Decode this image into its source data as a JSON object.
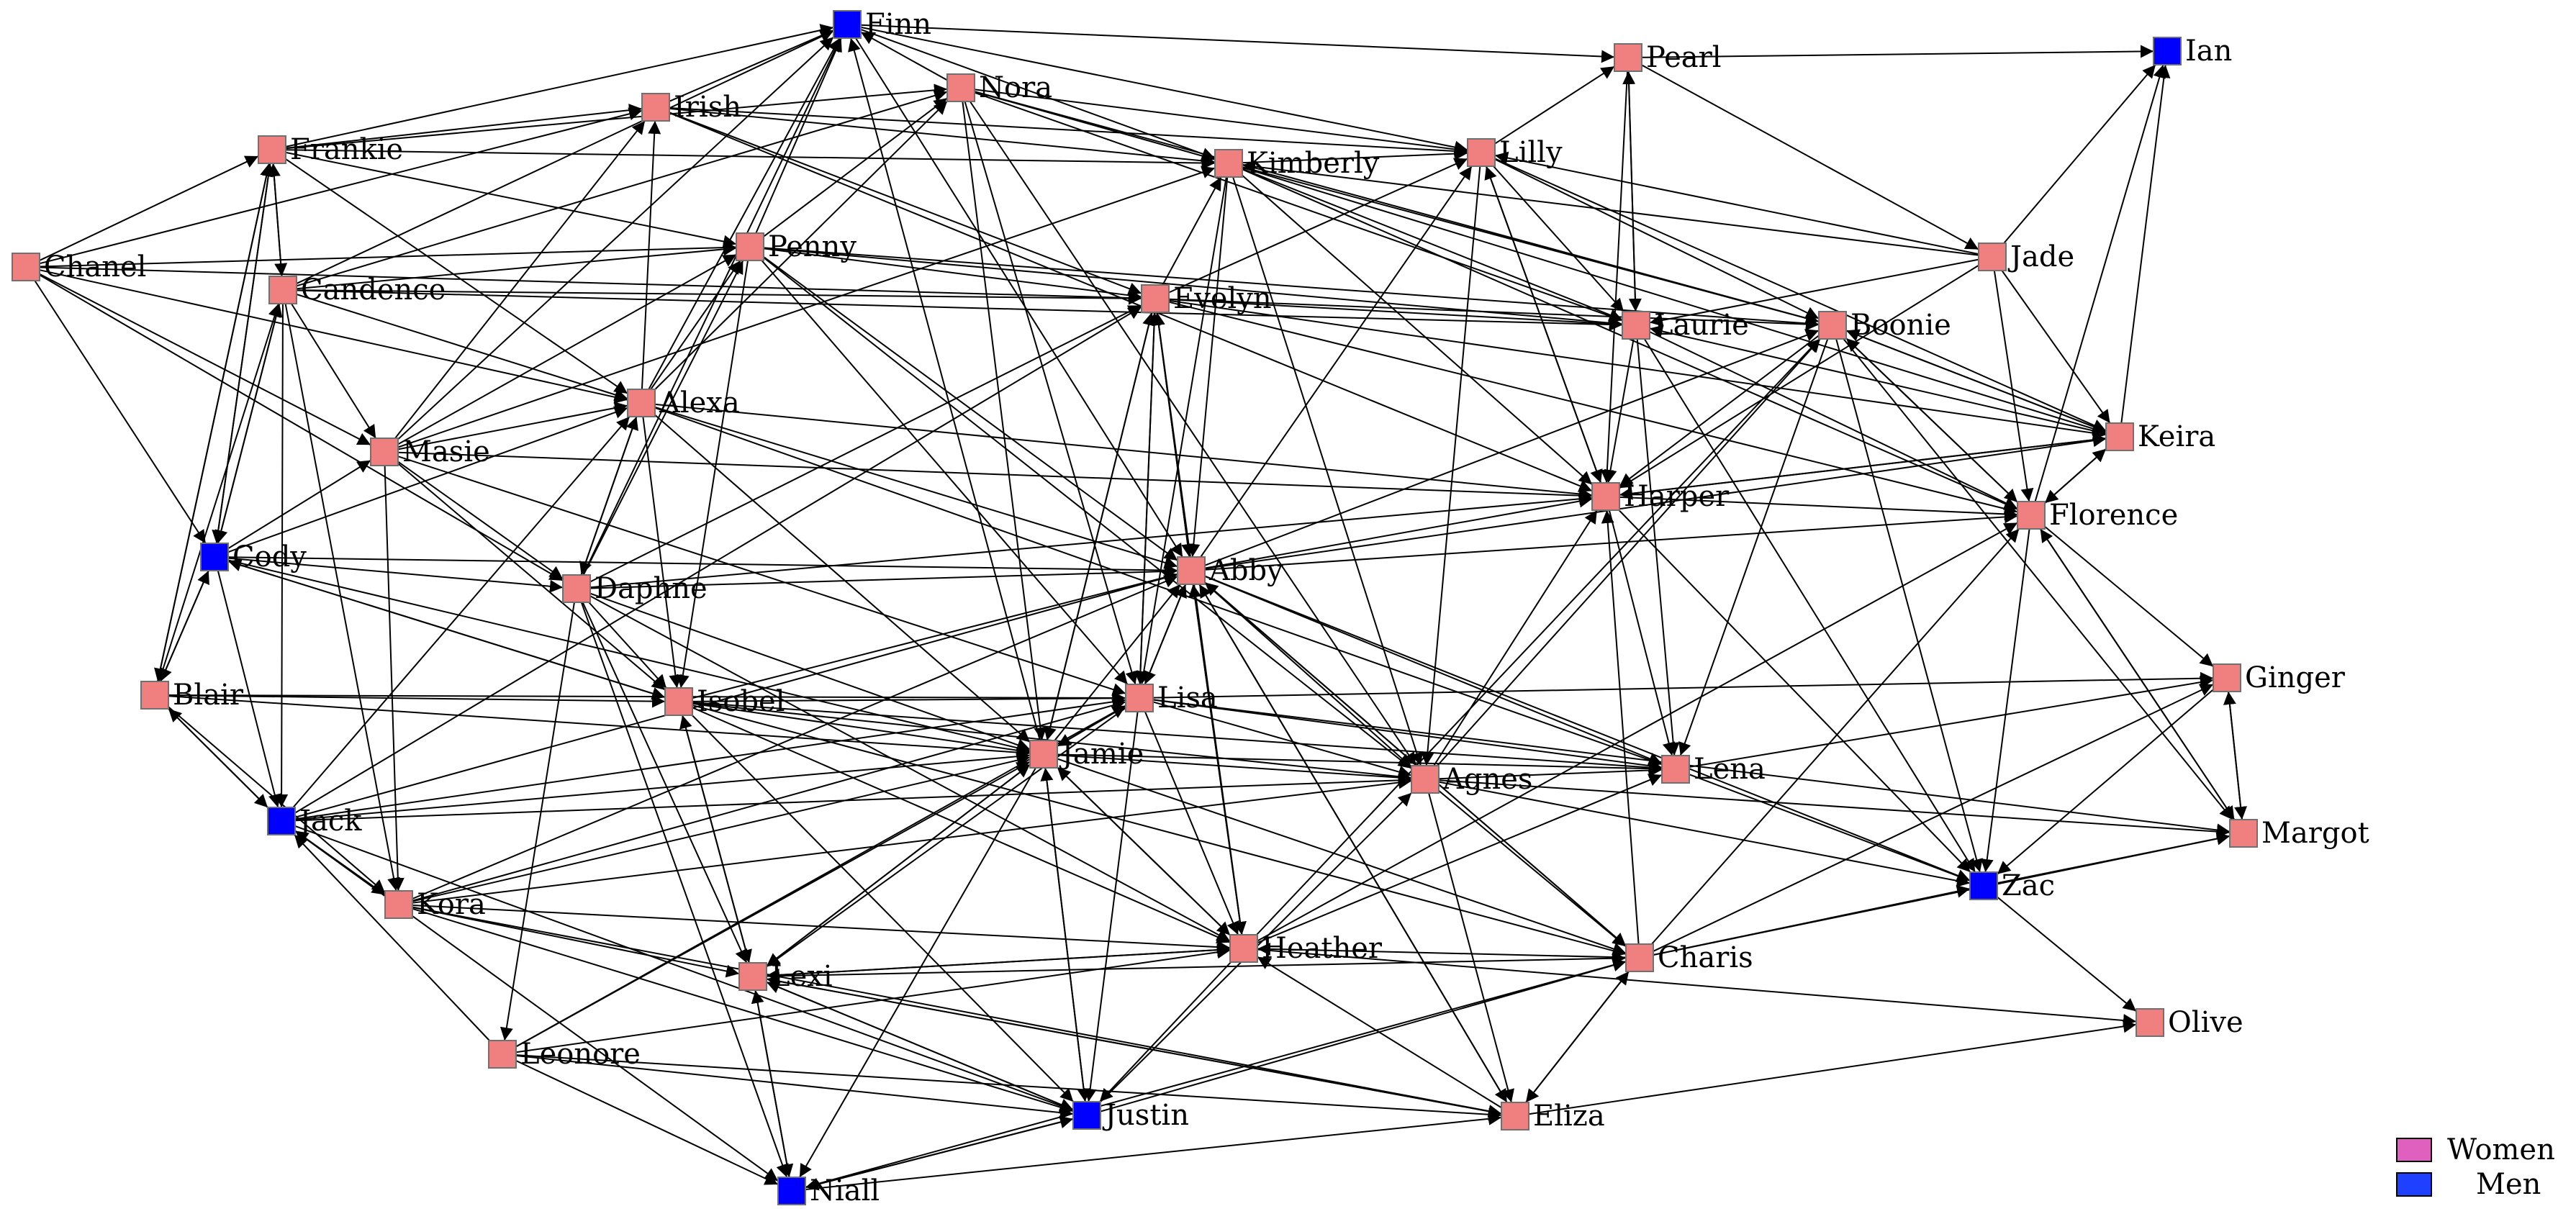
{
  "colors": {
    "women_node": "#f08080",
    "men_node": "#0000ff",
    "women_legend": "#e060c0",
    "men_legend": "#2040ff",
    "edge": "#000000",
    "node_border": "#707070"
  },
  "legend": [
    {
      "key": "women",
      "label": "Women"
    },
    {
      "key": "men",
      "label": "Men"
    }
  ],
  "nodes": [
    {
      "id": "Finn",
      "gender": "men"
    },
    {
      "id": "Nora",
      "gender": "women"
    },
    {
      "id": "Irish",
      "gender": "women"
    },
    {
      "id": "Pearl",
      "gender": "women"
    },
    {
      "id": "Ian",
      "gender": "men"
    },
    {
      "id": "Frankie",
      "gender": "women"
    },
    {
      "id": "Kimberly",
      "gender": "women"
    },
    {
      "id": "Lilly",
      "gender": "women"
    },
    {
      "id": "Chanel",
      "gender": "women"
    },
    {
      "id": "Penny",
      "gender": "women"
    },
    {
      "id": "Jade",
      "gender": "women"
    },
    {
      "id": "Candence",
      "gender": "women"
    },
    {
      "id": "Evelyn",
      "gender": "women"
    },
    {
      "id": "Laurie",
      "gender": "women"
    },
    {
      "id": "Boonie",
      "gender": "women"
    },
    {
      "id": "Alexa",
      "gender": "women"
    },
    {
      "id": "Masie",
      "gender": "women"
    },
    {
      "id": "Keira",
      "gender": "women"
    },
    {
      "id": "Harper",
      "gender": "women"
    },
    {
      "id": "Florence",
      "gender": "women"
    },
    {
      "id": "Cody",
      "gender": "men"
    },
    {
      "id": "Abby",
      "gender": "women"
    },
    {
      "id": "Daphne",
      "gender": "women"
    },
    {
      "id": "Ginger",
      "gender": "women"
    },
    {
      "id": "Blair",
      "gender": "women"
    },
    {
      "id": "Isobel",
      "gender": "women"
    },
    {
      "id": "Lisa",
      "gender": "women"
    },
    {
      "id": "Jamie",
      "gender": "women"
    },
    {
      "id": "Agnes",
      "gender": "women"
    },
    {
      "id": "Lena",
      "gender": "women"
    },
    {
      "id": "Jack",
      "gender": "men"
    },
    {
      "id": "Margot",
      "gender": "women"
    },
    {
      "id": "Zac",
      "gender": "men"
    },
    {
      "id": "Kora",
      "gender": "women"
    },
    {
      "id": "Heather",
      "gender": "women"
    },
    {
      "id": "Charis",
      "gender": "women"
    },
    {
      "id": "Lexi",
      "gender": "women"
    },
    {
      "id": "Olive",
      "gender": "women"
    },
    {
      "id": "Leonore",
      "gender": "women"
    },
    {
      "id": "Justin",
      "gender": "men"
    },
    {
      "id": "Eliza",
      "gender": "women"
    },
    {
      "id": "Niall",
      "gender": "men"
    }
  ],
  "edges": [
    [
      "Frankie",
      "Finn"
    ],
    [
      "Frankie",
      "Irish"
    ],
    [
      "Frankie",
      "Nora"
    ],
    [
      "Frankie",
      "Kimberly"
    ],
    [
      "Frankie",
      "Penny"
    ],
    [
      "Frankie",
      "Alexa"
    ],
    [
      "Frankie",
      "Candence"
    ],
    [
      "Frankie",
      "Cody"
    ],
    [
      "Frankie",
      "Blair"
    ],
    [
      "Chanel",
      "Frankie"
    ],
    [
      "Chanel",
      "Irish"
    ],
    [
      "Chanel",
      "Penny"
    ],
    [
      "Chanel",
      "Evelyn"
    ],
    [
      "Chanel",
      "Alexa"
    ],
    [
      "Chanel",
      "Masie"
    ],
    [
      "Chanel",
      "Cody"
    ],
    [
      "Chanel",
      "Daphne"
    ],
    [
      "Candence",
      "Frankie"
    ],
    [
      "Candence",
      "Finn"
    ],
    [
      "Candence",
      "Nora"
    ],
    [
      "Candence",
      "Penny"
    ],
    [
      "Candence",
      "Evelyn"
    ],
    [
      "Candence",
      "Laurie"
    ],
    [
      "Candence",
      "Alexa"
    ],
    [
      "Candence",
      "Masie"
    ],
    [
      "Candence",
      "Cody"
    ],
    [
      "Candence",
      "Jack"
    ],
    [
      "Candence",
      "Kora"
    ],
    [
      "Irish",
      "Kimberly"
    ],
    [
      "Irish",
      "Lilly"
    ],
    [
      "Irish",
      "Evelyn"
    ],
    [
      "Irish",
      "Harper"
    ],
    [
      "Irish",
      "Finn"
    ],
    [
      "Nora",
      "Kimberly"
    ],
    [
      "Nora",
      "Lilly"
    ],
    [
      "Nora",
      "Boonie"
    ],
    [
      "Nora",
      "Laurie"
    ],
    [
      "Nora",
      "Lisa"
    ],
    [
      "Nora",
      "Jamie"
    ],
    [
      "Nora",
      "Agnes"
    ],
    [
      "Nora",
      "Finn"
    ],
    [
      "Finn",
      "Pearl"
    ],
    [
      "Finn",
      "Kimberly"
    ],
    [
      "Finn",
      "Lilly"
    ],
    [
      "Finn",
      "Abby"
    ],
    [
      "Pearl",
      "Ian"
    ],
    [
      "Pearl",
      "Laurie"
    ],
    [
      "Pearl",
      "Jade"
    ],
    [
      "Pearl",
      "Harper"
    ],
    [
      "Kimberly",
      "Lilly"
    ],
    [
      "Kimberly",
      "Harper"
    ],
    [
      "Kimberly",
      "Laurie"
    ],
    [
      "Kimberly",
      "Boonie"
    ],
    [
      "Kimberly",
      "Abby"
    ],
    [
      "Kimberly",
      "Lisa"
    ],
    [
      "Kimberly",
      "Agnes"
    ],
    [
      "Kimberly",
      "Keira"
    ],
    [
      "Kimberly",
      "Florence"
    ],
    [
      "Lilly",
      "Pearl"
    ],
    [
      "Lilly",
      "Laurie"
    ],
    [
      "Lilly",
      "Boonie"
    ],
    [
      "Lilly",
      "Harper"
    ],
    [
      "Lilly",
      "Keira"
    ],
    [
      "Lilly",
      "Agnes"
    ],
    [
      "Jade",
      "Ian"
    ],
    [
      "Jade",
      "Lilly"
    ],
    [
      "Jade",
      "Kimberly"
    ],
    [
      "Jade",
      "Laurie"
    ],
    [
      "Jade",
      "Keira"
    ],
    [
      "Jade",
      "Florence"
    ],
    [
      "Jade",
      "Harper"
    ],
    [
      "Penny",
      "Nora"
    ],
    [
      "Penny",
      "Finn"
    ],
    [
      "Penny",
      "Evelyn"
    ],
    [
      "Penny",
      "Laurie"
    ],
    [
      "Penny",
      "Boonie"
    ],
    [
      "Penny",
      "Abby"
    ],
    [
      "Penny",
      "Lisa"
    ],
    [
      "Penny",
      "Agnes"
    ],
    [
      "Penny",
      "Isobel"
    ],
    [
      "Evelyn",
      "Lilly"
    ],
    [
      "Evelyn",
      "Kimberly"
    ],
    [
      "Evelyn",
      "Laurie"
    ],
    [
      "Evelyn",
      "Boonie"
    ],
    [
      "Evelyn",
      "Keira"
    ],
    [
      "Evelyn",
      "Abby"
    ],
    [
      "Evelyn",
      "Lisa"
    ],
    [
      "Evelyn",
      "Jamie"
    ],
    [
      "Evelyn",
      "Heather"
    ],
    [
      "Evelyn",
      "Florence"
    ],
    [
      "Laurie",
      "Pearl"
    ],
    [
      "Laurie",
      "Harper"
    ],
    [
      "Laurie",
      "Lena"
    ],
    [
      "Laurie",
      "Florence"
    ],
    [
      "Laurie",
      "Zac"
    ],
    [
      "Boonie",
      "Harper"
    ],
    [
      "Boonie",
      "Florence"
    ],
    [
      "Boonie",
      "Zac"
    ],
    [
      "Boonie",
      "Margot"
    ],
    [
      "Boonie",
      "Lena"
    ],
    [
      "Boonie",
      "Keira"
    ],
    [
      "Alexa",
      "Irish"
    ],
    [
      "Alexa",
      "Penny"
    ],
    [
      "Alexa",
      "Nora"
    ],
    [
      "Alexa",
      "Finn"
    ],
    [
      "Alexa",
      "Abby"
    ],
    [
      "Alexa",
      "Isobel"
    ],
    [
      "Alexa",
      "Jamie"
    ],
    [
      "Alexa",
      "Harper"
    ],
    [
      "Alexa",
      "Lena"
    ],
    [
      "Alexa",
      "Daphne"
    ],
    [
      "Masie",
      "Finn"
    ],
    [
      "Masie",
      "Irish"
    ],
    [
      "Masie",
      "Penny"
    ],
    [
      "Masie",
      "Alexa"
    ],
    [
      "Masie",
      "Kimberly"
    ],
    [
      "Masie",
      "Isobel"
    ],
    [
      "Masie",
      "Lisa"
    ],
    [
      "Masie",
      "Harper"
    ],
    [
      "Masie",
      "Daphne"
    ],
    [
      "Masie",
      "Kora"
    ],
    [
      "Keira",
      "Ian"
    ],
    [
      "Keira",
      "Boonie"
    ],
    [
      "Keira",
      "Harper"
    ],
    [
      "Keira",
      "Laurie"
    ],
    [
      "Keira",
      "Florence"
    ],
    [
      "Harper",
      "Keira"
    ],
    [
      "Harper",
      "Lena"
    ],
    [
      "Harper",
      "Florence"
    ],
    [
      "Harper",
      "Lilly"
    ],
    [
      "Harper",
      "Zac"
    ],
    [
      "Florence",
      "Ian"
    ],
    [
      "Florence",
      "Zac"
    ],
    [
      "Florence",
      "Ginger"
    ],
    [
      "Florence",
      "Margot"
    ],
    [
      "Florence",
      "Boonie"
    ],
    [
      "Florence",
      "Keira"
    ],
    [
      "Cody",
      "Frankie"
    ],
    [
      "Cody",
      "Candence"
    ],
    [
      "Cody",
      "Masie"
    ],
    [
      "Cody",
      "Alexa"
    ],
    [
      "Cody",
      "Blair"
    ],
    [
      "Cody",
      "Jack"
    ],
    [
      "Cody",
      "Abby"
    ],
    [
      "Cody",
      "Isobel"
    ],
    [
      "Cody",
      "Jamie"
    ],
    [
      "Cody",
      "Daphne"
    ],
    [
      "Abby",
      "Evelyn"
    ],
    [
      "Abby",
      "Lilly"
    ],
    [
      "Abby",
      "Boonie"
    ],
    [
      "Abby",
      "Harper"
    ],
    [
      "Abby",
      "Florence"
    ],
    [
      "Abby",
      "Lisa"
    ],
    [
      "Abby",
      "Agnes"
    ],
    [
      "Abby",
      "Lena"
    ],
    [
      "Abby",
      "Zac"
    ],
    [
      "Abby",
      "Charis"
    ],
    [
      "Abby",
      "Eliza"
    ],
    [
      "Abby",
      "Heather"
    ],
    [
      "Abby",
      "Keira"
    ],
    [
      "Daphne",
      "Finn"
    ],
    [
      "Daphne",
      "Alexa"
    ],
    [
      "Daphne",
      "Penny"
    ],
    [
      "Daphne",
      "Evelyn"
    ],
    [
      "Daphne",
      "Abby"
    ],
    [
      "Daphne",
      "Jamie"
    ],
    [
      "Daphne",
      "Isobel"
    ],
    [
      "Daphne",
      "Lexi"
    ],
    [
      "Daphne",
      "Niall"
    ],
    [
      "Daphne",
      "Leonore"
    ],
    [
      "Daphne",
      "Heather"
    ],
    [
      "Daphne",
      "Harper"
    ],
    [
      "Ginger",
      "Margot"
    ],
    [
      "Ginger",
      "Zac"
    ],
    [
      "Blair",
      "Frankie"
    ],
    [
      "Blair",
      "Candence"
    ],
    [
      "Blair",
      "Cody"
    ],
    [
      "Blair",
      "Isobel"
    ],
    [
      "Blair",
      "Lisa"
    ],
    [
      "Blair",
      "Jamie"
    ],
    [
      "Blair",
      "Jack"
    ],
    [
      "Blair",
      "Kora"
    ],
    [
      "Isobel",
      "Lisa"
    ],
    [
      "Isobel",
      "Jamie"
    ],
    [
      "Isobel",
      "Agnes"
    ],
    [
      "Isobel",
      "Abby"
    ],
    [
      "Isobel",
      "Lena"
    ],
    [
      "Isobel",
      "Heather"
    ],
    [
      "Isobel",
      "Charis"
    ],
    [
      "Isobel",
      "Lexi"
    ],
    [
      "Isobel",
      "Cody"
    ],
    [
      "Isobel",
      "Justin"
    ],
    [
      "Lisa",
      "Evelyn"
    ],
    [
      "Lisa",
      "Abby"
    ],
    [
      "Lisa",
      "Jamie"
    ],
    [
      "Lisa",
      "Lena"
    ],
    [
      "Lisa",
      "Agnes"
    ],
    [
      "Lisa",
      "Heather"
    ],
    [
      "Lisa",
      "Ginger"
    ],
    [
      "Lisa",
      "Margot"
    ],
    [
      "Lisa",
      "Justin"
    ],
    [
      "Lisa",
      "Lexi"
    ],
    [
      "Jamie",
      "Abby"
    ],
    [
      "Jamie",
      "Evelyn"
    ],
    [
      "Jamie",
      "Lisa"
    ],
    [
      "Jamie",
      "Agnes"
    ],
    [
      "Jamie",
      "Heather"
    ],
    [
      "Jamie",
      "Justin"
    ],
    [
      "Jamie",
      "Niall"
    ],
    [
      "Jamie",
      "Lena"
    ],
    [
      "Jamie",
      "Charis"
    ],
    [
      "Jamie",
      "Lexi"
    ],
    [
      "Jamie",
      "Finn"
    ],
    [
      "Agnes",
      "Lena"
    ],
    [
      "Agnes",
      "Harper"
    ],
    [
      "Agnes",
      "Boonie"
    ],
    [
      "Agnes",
      "Charis"
    ],
    [
      "Agnes",
      "Eliza"
    ],
    [
      "Agnes",
      "Margot"
    ],
    [
      "Agnes",
      "Zac"
    ],
    [
      "Lena",
      "Zac"
    ],
    [
      "Lena",
      "Ginger"
    ],
    [
      "Jack",
      "Kora"
    ],
    [
      "Jack",
      "Jamie"
    ],
    [
      "Jack",
      "Lisa"
    ],
    [
      "Jack",
      "Agnes"
    ],
    [
      "Jack",
      "Evelyn"
    ],
    [
      "Jack",
      "Abby"
    ],
    [
      "Jack",
      "Niall"
    ],
    [
      "Jack",
      "Justin"
    ],
    [
      "Jack",
      "Alexa"
    ],
    [
      "Jack",
      "Blair"
    ],
    [
      "Margot",
      "Ginger"
    ],
    [
      "Margot",
      "Florence"
    ],
    [
      "Zac",
      "Olive"
    ],
    [
      "Zac",
      "Margot"
    ],
    [
      "Kora",
      "Jack"
    ],
    [
      "Kora",
      "Lexi"
    ],
    [
      "Kora",
      "Justin"
    ],
    [
      "Kora",
      "Jamie"
    ],
    [
      "Kora",
      "Lisa"
    ],
    [
      "Kora",
      "Abby"
    ],
    [
      "Kora",
      "Heather"
    ],
    [
      "Kora",
      "Eliza"
    ],
    [
      "Kora",
      "Agnes"
    ],
    [
      "Heather",
      "Abby"
    ],
    [
      "Heather",
      "Jamie"
    ],
    [
      "Heather",
      "Lexi"
    ],
    [
      "Heather",
      "Florence"
    ],
    [
      "Heather",
      "Olive"
    ],
    [
      "Heather",
      "Boonie"
    ],
    [
      "Heather",
      "Justin"
    ],
    [
      "Heather",
      "Lena"
    ],
    [
      "Charis",
      "Harper"
    ],
    [
      "Charis",
      "Zac"
    ],
    [
      "Charis",
      "Ginger"
    ],
    [
      "Charis",
      "Florence"
    ],
    [
      "Charis",
      "Eliza"
    ],
    [
      "Charis",
      "Heather"
    ],
    [
      "Charis",
      "Abby"
    ],
    [
      "Charis",
      "Margot"
    ],
    [
      "Lexi",
      "Jamie"
    ],
    [
      "Lexi",
      "Heather"
    ],
    [
      "Lexi",
      "Justin"
    ],
    [
      "Lexi",
      "Niall"
    ],
    [
      "Lexi",
      "Eliza"
    ],
    [
      "Lexi",
      "Isobel"
    ],
    [
      "Lexi",
      "Charis"
    ],
    [
      "Leonore",
      "Jamie"
    ],
    [
      "Leonore",
      "Lisa"
    ],
    [
      "Leonore",
      "Justin"
    ],
    [
      "Leonore",
      "Niall"
    ],
    [
      "Leonore",
      "Heather"
    ],
    [
      "Leonore",
      "Jack"
    ],
    [
      "Leonore",
      "Eliza"
    ],
    [
      "Justin",
      "Niall"
    ],
    [
      "Justin",
      "Charis"
    ],
    [
      "Justin",
      "Lexi"
    ],
    [
      "Justin",
      "Jamie"
    ],
    [
      "Justin",
      "Agnes"
    ],
    [
      "Eliza",
      "Olive"
    ],
    [
      "Eliza",
      "Charis"
    ],
    [
      "Eliza",
      "Lexi"
    ],
    [
      "Eliza",
      "Abby"
    ],
    [
      "Eliza",
      "Heather"
    ],
    [
      "Niall",
      "Justin"
    ],
    [
      "Niall",
      "Charis"
    ],
    [
      "Niall",
      "Lexi"
    ],
    [
      "Niall",
      "Eliza"
    ]
  ]
}
